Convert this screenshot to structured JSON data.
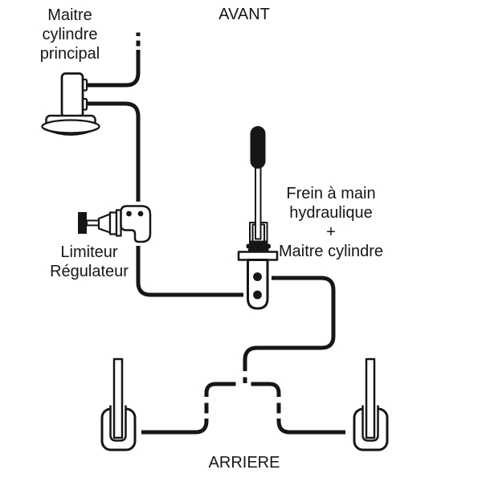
{
  "colors": {
    "ink": "#161616",
    "background": "#ffffff"
  },
  "labels": {
    "front": "AVANT",
    "rear": "ARRIERE",
    "master_cylinder": "Maitre\ncylindre\nprincipal",
    "limiter_regulator": "Limiteur\nRégulateur",
    "handbrake": "Frein à main\nhydraulique\n+\nMaitre cylindre"
  },
  "components": [
    {
      "id": "master-cylinder",
      "label_ref": "labels.master_cylinder"
    },
    {
      "id": "limiter-regulator",
      "label_ref": "labels.limiter_regulator"
    },
    {
      "id": "hydraulic-handbrake-master-cylinder",
      "label_ref": "labels.handbrake"
    },
    {
      "id": "rear-caliper-left",
      "label_ref": "labels.rear"
    },
    {
      "id": "rear-caliper-right",
      "label_ref": "labels.rear"
    }
  ]
}
